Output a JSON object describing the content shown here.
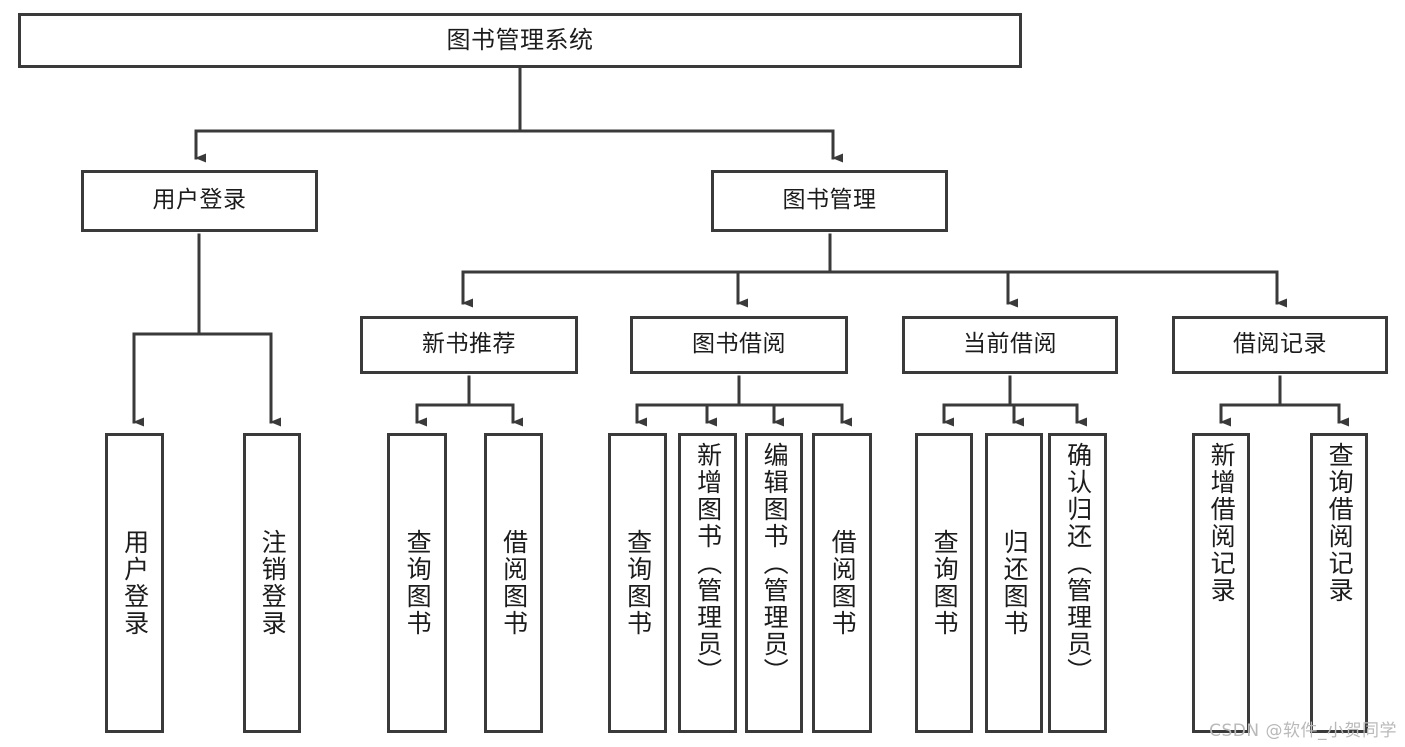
{
  "diagram": {
    "title": "图书管理系统",
    "type": "tree-hierarchy-chart",
    "line_color": "#3a3a3a",
    "box_fill": "#ffffff",
    "text_color": "#1c1c1c"
  },
  "watermark": {
    "text": "CSDN @软件_小贺同学",
    "color": "#b9b9b9"
  },
  "nodes": {
    "root": {
      "label": "图书管理系统"
    },
    "level2": [
      {
        "id": "user-login",
        "label": "用户登录"
      },
      {
        "id": "book-management",
        "label": "图书管理"
      }
    ],
    "level3": [
      {
        "id": "new-book-recommend",
        "label": "新书推荐"
      },
      {
        "id": "book-borrow",
        "label": "图书借阅"
      },
      {
        "id": "current-borrow",
        "label": "当前借阅"
      },
      {
        "id": "borrow-record",
        "label": "借阅记录"
      }
    ],
    "leaves": [
      {
        "id": "leaf-user-login",
        "label": "用户登录"
      },
      {
        "id": "leaf-logout-login",
        "label": "注销登录"
      },
      {
        "id": "leaf-query-book-1",
        "label": "查询图书"
      },
      {
        "id": "leaf-borrow-book-1",
        "label": "借阅图书"
      },
      {
        "id": "leaf-query-book-2",
        "label": "查询图书"
      },
      {
        "id": "leaf-add-book-admin",
        "label": "新增图书（管理员）"
      },
      {
        "id": "leaf-edit-book-admin",
        "label": "编辑图书（管理员）"
      },
      {
        "id": "leaf-borrow-book-2",
        "label": "借阅图书"
      },
      {
        "id": "leaf-query-book-3",
        "label": "查询图书"
      },
      {
        "id": "leaf-return-book",
        "label": "归还图书"
      },
      {
        "id": "leaf-confirm-return-admin",
        "label": "确认归还（管理员）"
      },
      {
        "id": "leaf-add-borrow-record",
        "label": "新增借阅记录"
      },
      {
        "id": "leaf-query-borrow-record",
        "label": "查询借阅记录"
      }
    ]
  }
}
